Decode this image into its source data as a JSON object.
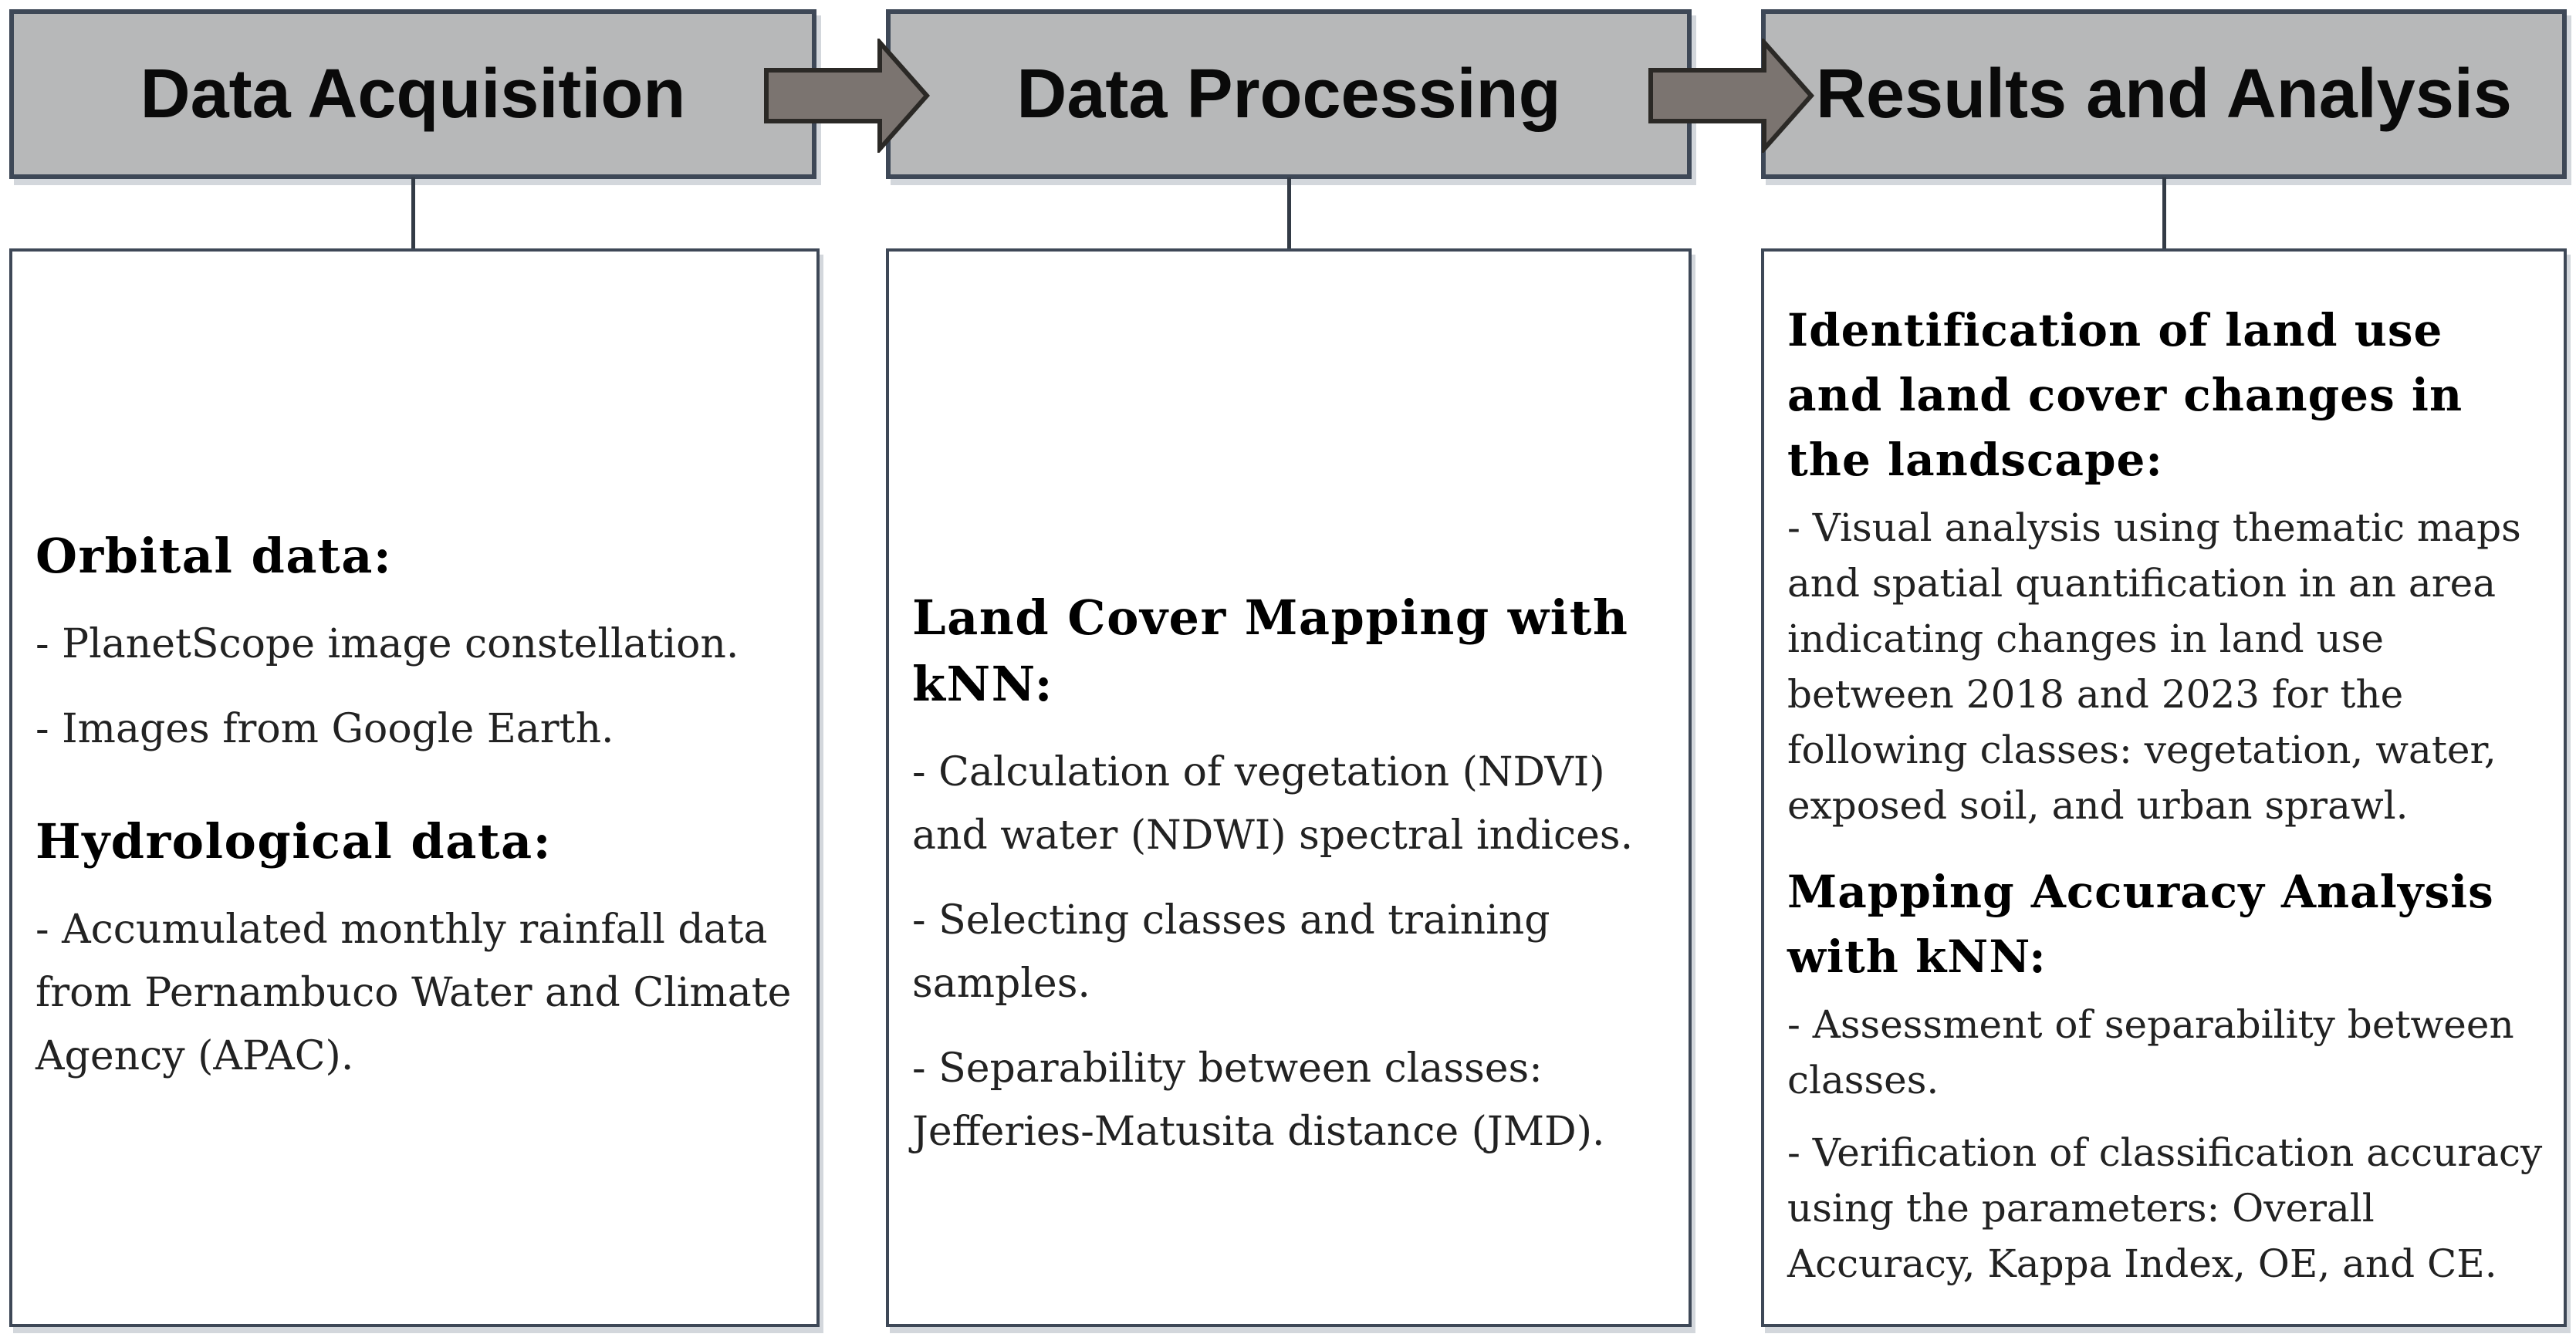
{
  "columns": [
    {
      "header": "Data Acquisition",
      "sections": [
        {
          "title": "Orbital data:",
          "bullets": [
            "- PlanetScope image constellation.",
            "- Images from Google Earth."
          ]
        },
        {
          "title": "Hydrological data:",
          "bullets": [
            "- Accumulated monthly rainfall data from Pernambuco Water and Climate Agency (APAC)."
          ]
        }
      ]
    },
    {
      "header": "Data Processing",
      "sections": [
        {
          "title": "Land Cover Mapping with kNN:",
          "bullets": [
            "- Calculation of vegetation (NDVI) and water (NDWI) spectral indices.",
            "- Selecting classes and training samples.",
            "- Separability between classes: Jefferies-Matusita distance (JMD)."
          ]
        }
      ]
    },
    {
      "header": "Results and Analysis",
      "sections": [
        {
          "title": "Identification of land use and land cover changes in the landscape:",
          "bullets": [
            "- Visual analysis using thematic maps and spatial quantification in an area indicating changes in land use between 2018 and 2023 for the following classes: vegetation, water, exposed soil, and urban sprawl."
          ]
        },
        {
          "title": "Mapping Accuracy Analysis with kNN:",
          "bullets": [
            "- Assessment of separability between classes.",
            "- Verification of classification accuracy using the parameters: Overall Accuracy, Kappa Index, OE, and CE."
          ]
        }
      ]
    }
  ],
  "colors": {
    "header_fill": "#b7b8b9",
    "box_border": "#3e4857",
    "arrow_fill": "#7b7470",
    "arrow_outline": "#2b2926",
    "connector": "#333b46",
    "body_text": "#222222",
    "background": "#ffffff"
  }
}
